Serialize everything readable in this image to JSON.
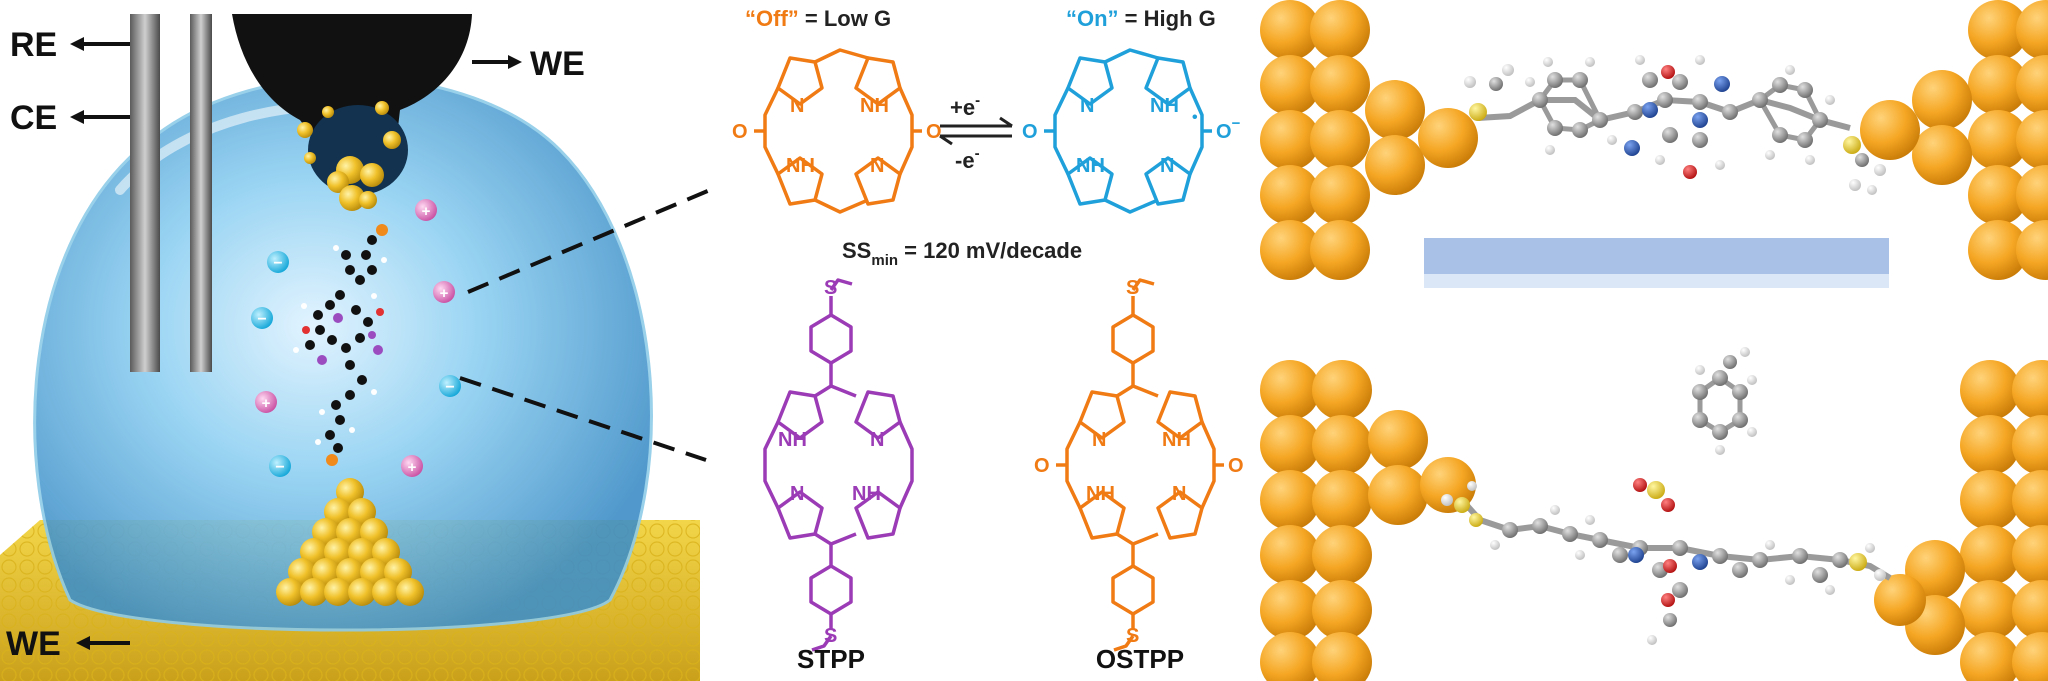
{
  "left_panel": {
    "labels": {
      "re": "RE",
      "ce": "CE",
      "we_tip": "WE",
      "we_substrate": "WE"
    },
    "ions": {
      "negative": "−",
      "positive": "+"
    }
  },
  "middle_panel": {
    "off_state": {
      "quote_word": "“Off”",
      "rest": " = Low G",
      "quote_color": "#F07A14"
    },
    "on_state": {
      "quote_word": "“On”",
      "rest": " = High G",
      "quote_color": "#1FA0DA"
    },
    "reaction": {
      "forward": "+e",
      "backward": "-e",
      "superscript": "-"
    },
    "subthreshold": {
      "prefix": "SS",
      "subscript": "min",
      "value": " = 120 mV/decade"
    },
    "atoms": {
      "N": "N",
      "NH": "NH",
      "O": "O",
      "S": "S",
      "O_minus": "O",
      "minus": "−",
      "radical": "•"
    },
    "molecules": [
      {
        "name": "STPP",
        "color": "#9B3BB5"
      },
      {
        "name": "OSTPP",
        "color": "#F07A14"
      }
    ],
    "colors": {
      "orange": "#F07A14",
      "blue": "#1FA0DA",
      "purple": "#9B3BB5",
      "text": "#222222"
    }
  },
  "right_panel": {
    "colors": {
      "gold": "#F5A623",
      "gold_dark": "#C9780A",
      "carbon": "#8A8A8A",
      "hydrogen": "#EEEEEE",
      "nitrogen": "#2D5BB5",
      "oxygen": "#E02020",
      "sulfur": "#F2D22E",
      "bar": "#A9C1E6"
    }
  }
}
